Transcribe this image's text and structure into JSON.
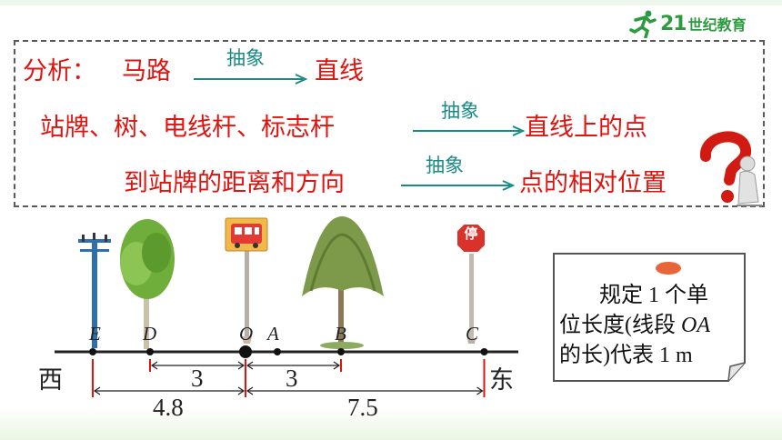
{
  "brand": {
    "number": "21",
    "name": "世纪教育"
  },
  "analysis": {
    "prefix": "分析：",
    "rows": [
      {
        "left": "马路",
        "arrow_label": "抽象",
        "right": "直线"
      },
      {
        "left": "站牌、树、电线杆、标志杆",
        "arrow_label": "抽象",
        "right": "直线上的点"
      },
      {
        "left": "到站牌的距离和方向",
        "arrow_label": "抽象",
        "right": "点的相对位置"
      }
    ]
  },
  "number_line": {
    "points": [
      {
        "label": "E",
        "value": -4.8
      },
      {
        "label": "D",
        "value": -3
      },
      {
        "label": "O",
        "value": 0
      },
      {
        "label": "A",
        "value": 1
      },
      {
        "label": "B",
        "value": 3
      },
      {
        "label": "C",
        "value": 7.5
      }
    ],
    "distances": [
      {
        "label": "3",
        "from": -3,
        "to": 0
      },
      {
        "label": "3",
        "from": 0,
        "to": 3
      },
      {
        "label": "4.8",
        "from": -4.8,
        "to": 0
      },
      {
        "label": "7.5",
        "from": 0,
        "to": 7.5
      }
    ],
    "west": "西",
    "east": "东",
    "bus_sign": "bus-stop-sign-icon",
    "stop_sign_text": "停"
  },
  "note": {
    "line1": "规定 1 个单",
    "line2a": "位长度(线段 ",
    "line2b": "OA",
    "line3": "的长)代表 1 m"
  },
  "colors": {
    "red": "#e1130f",
    "teal": "#1a8a86",
    "brand_green": "#2c9a3f",
    "orange": "#e8643a"
  }
}
